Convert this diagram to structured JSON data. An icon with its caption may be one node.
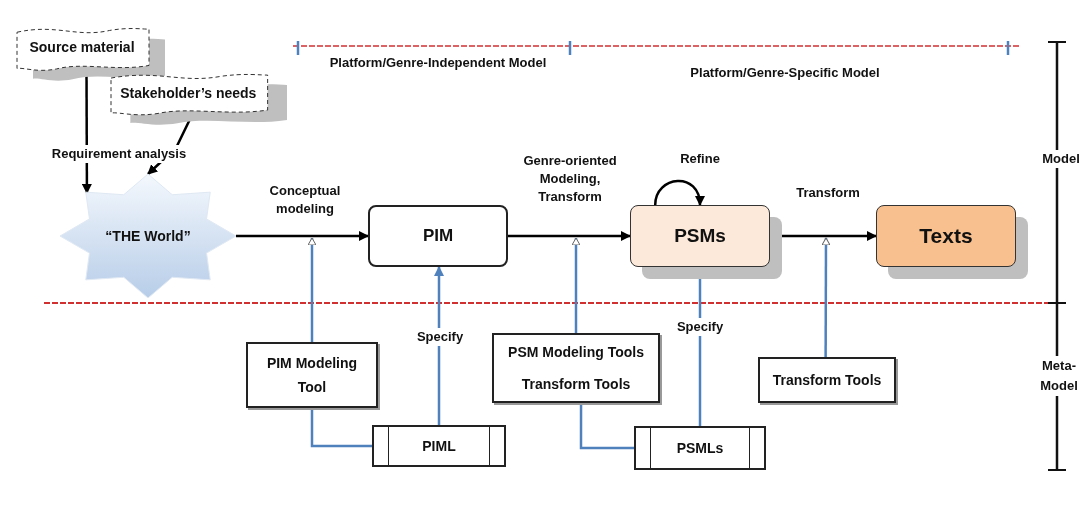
{
  "diagram": {
    "nodes": [
      {
        "text": [
          "Source material"
        ]
      },
      {
        "text": [
          "Stakeholder’s needs"
        ]
      },
      {
        "text": [
          "“THE World”"
        ]
      },
      {
        "text": [
          "PIM"
        ]
      },
      {
        "text": [
          "PSMs"
        ]
      },
      {
        "text": [
          "Texts"
        ]
      },
      {
        "text": [
          "PIM Modeling Tool"
        ]
      },
      {
        "text": [
          "PIML"
        ]
      },
      {
        "text": [
          "PSM Modeling Tools",
          "Transform Tools"
        ]
      },
      {
        "text": [
          "PSMLs"
        ]
      },
      {
        "text": [
          "Transform Tools"
        ]
      }
    ],
    "edges": [
      {
        "from": 0,
        "to": 2,
        "arrow": "to",
        "color": "#000000"
      },
      {
        "from": 1,
        "to": 2,
        "arrow": "to",
        "color": "#000000"
      },
      {
        "from": 2,
        "to": 3,
        "arrow": "to",
        "label": "Conceptual modeling",
        "color": "#000000"
      },
      {
        "from": 3,
        "to": 4,
        "arrow": "to",
        "label": "Genre-oriented Modeling, Transform",
        "color": "#000000"
      },
      {
        "from": 4,
        "to": 4,
        "arrow": "to",
        "label": "Refine",
        "color": "#000000"
      },
      {
        "from": 4,
        "to": 5,
        "arrow": "to",
        "label": "Transform",
        "color": "#000000"
      },
      {
        "from": 7,
        "to": 3,
        "arrow": "to",
        "label": "Specify"
      },
      {
        "from": 9,
        "to": 4,
        "arrow": "to",
        "label": "Specify"
      },
      {
        "from": 6,
        "to": null,
        "arrow": "to"
      },
      {
        "from": 8,
        "to": null,
        "arrow": "to"
      },
      {
        "from": 10,
        "to": null,
        "arrow": "to"
      },
      {
        "from": 6,
        "to": 7,
        "arrow": "none"
      },
      {
        "from": 8,
        "to": 9,
        "arrow": "none"
      }
    ],
    "labels": [
      "Platform/Genre-Independent Model",
      "Platform/Genre-Specific Model",
      "Model",
      "Meta-Model",
      "Requirement analysis"
    ]
  }
}
